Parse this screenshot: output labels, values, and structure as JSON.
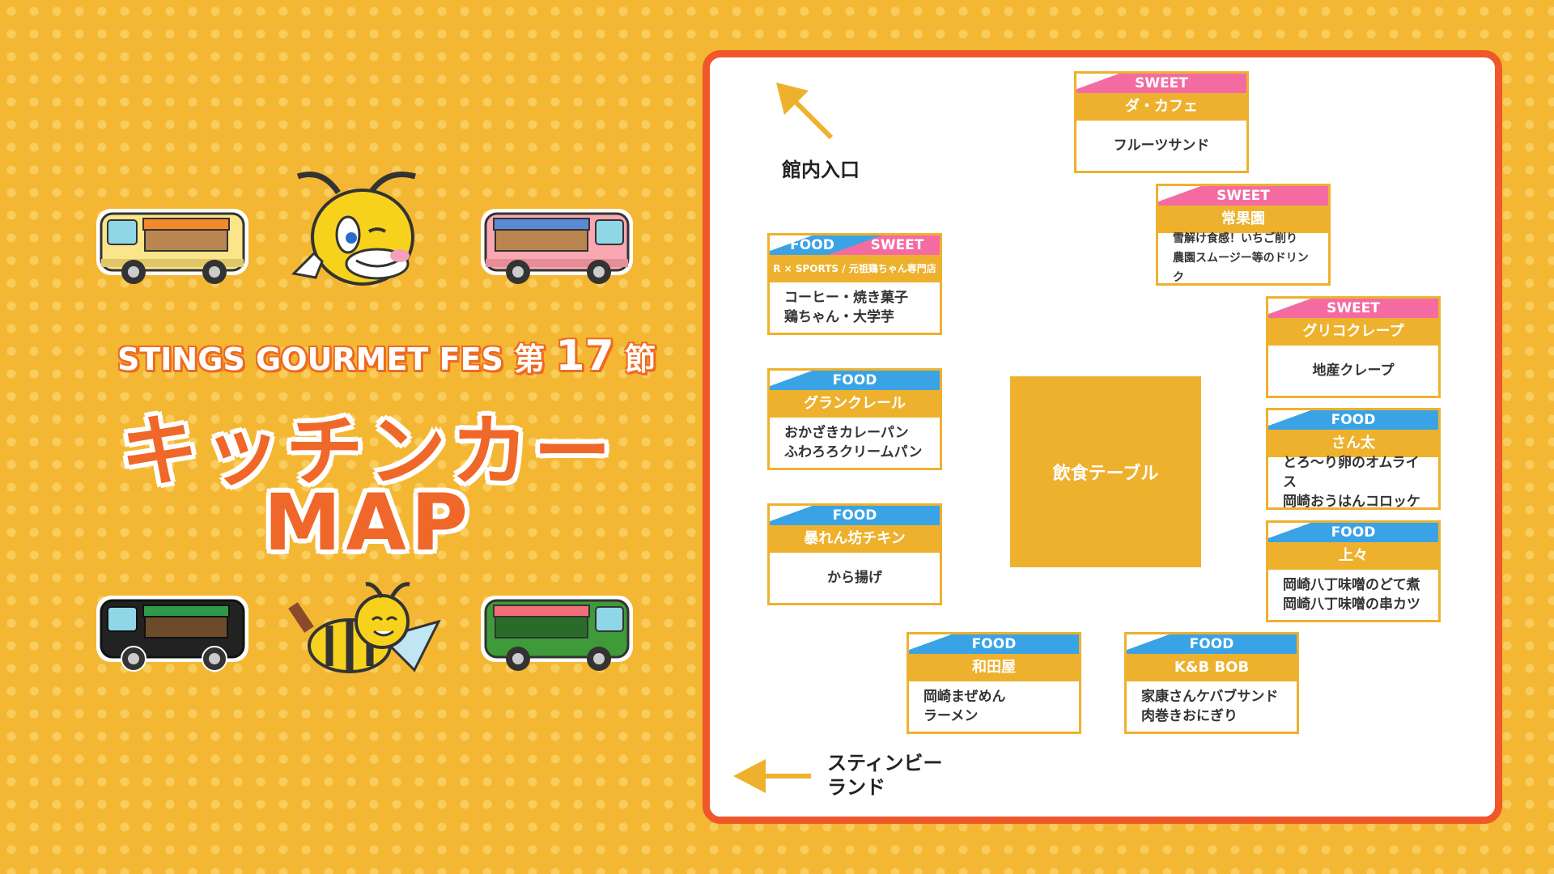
{
  "header": {
    "event_name": "STINGS GOURMET FES",
    "round_prefix": "第",
    "round_number": "17",
    "round_suffix": "節",
    "title_line1": "キッチンカー",
    "title_line2": "MAP"
  },
  "map": {
    "entrance_label": "館内入口",
    "stingbee_label_line1": "スティンビー",
    "stingbee_label_line2": "ランド",
    "table_label": "飲食テーブル",
    "booths": [
      {
        "cat": "SWEET",
        "name": "ダ・カフェ",
        "menu": [
          "フルーツサンド"
        ]
      },
      {
        "cat": "SWEET",
        "name": "常果園",
        "menu": [
          "雪解け食感！いちご削り",
          "農園スムージー等のドリンク"
        ]
      },
      {
        "cat": "SWEET",
        "name": "グリコクレープ",
        "menu": [
          "地産クレープ"
        ]
      },
      {
        "cat": "FOOD",
        "name": "さん太",
        "menu": [
          "とろ〜り卵のオムライス",
          "岡崎おうはんコロッケ"
        ]
      },
      {
        "cat": "FOOD",
        "name": "上々",
        "menu": [
          "岡崎八丁味噌のどて煮",
          "岡崎八丁味噌の串カツ"
        ]
      },
      {
        "cat": "FOOD",
        "cat2": "SWEET",
        "name": "R × SPORTS / 元祖鶏ちゃん専門店",
        "menu": [
          "コーヒー・焼き菓子",
          "鶏ちゃん・大学芋"
        ]
      },
      {
        "cat": "FOOD",
        "name": "グランクレール",
        "menu": [
          "おかざきカレーパン",
          "ふわろろクリームパン"
        ]
      },
      {
        "cat": "FOOD",
        "name": "暴れん坊チキン",
        "menu": [
          "から揚げ"
        ]
      },
      {
        "cat": "FOOD",
        "name": "和田屋",
        "menu": [
          "岡崎まぜめん",
          "ラーメン"
        ]
      },
      {
        "cat": "FOOD",
        "name": "K&B BOB",
        "menu": [
          "家康さんケバブサンド",
          "肉巻きおにぎり"
        ]
      }
    ]
  },
  "colors": {
    "background": "#f4b733",
    "map_border": "#f0572a",
    "booth_gold": "#eeb12e",
    "food_blue": "#3aa3e6",
    "sweet_pink": "#f46ba2",
    "title_orange": "#f0672a"
  },
  "trucks": [
    {
      "body": "#fbe58a",
      "awning": "#f28a2b",
      "window": "#8fd7e6"
    },
    {
      "body": "#f9a7b1",
      "awning": "#5a8ad6",
      "window": "#8fd7e6"
    },
    {
      "body": "#222222",
      "awning": "#2f9a4a",
      "window": "#8fd7e6"
    },
    {
      "body": "#3f9a3a",
      "awning": "#f26f7a",
      "window": "#8fd7e6"
    }
  ]
}
